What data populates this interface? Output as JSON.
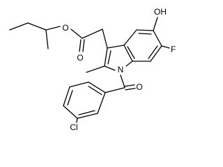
{
  "atom_labels": {
    "ester_oxygen": "O",
    "carbonyl_oxygen": "O",
    "hydroxyl": "OH",
    "fluorine": "F",
    "nitrogen": "N",
    "amide_oxygen": "O",
    "chlorine": "Cl"
  },
  "colors": {
    "bond": "#000000",
    "label": "#000000",
    "background": "#ffffff"
  }
}
